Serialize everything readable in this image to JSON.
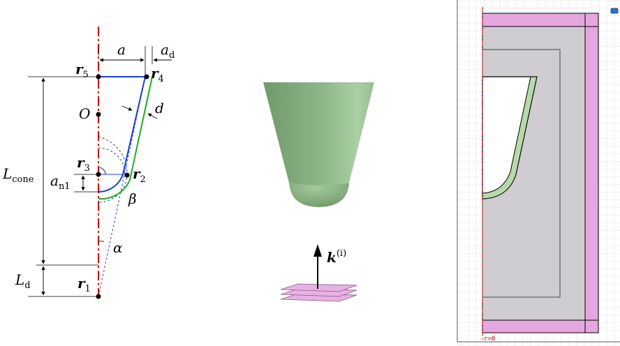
{
  "left_schematic": {
    "r5": {
      "main": "r",
      "sub": "5"
    },
    "r4": {
      "main": "r",
      "sub": "4"
    },
    "r3": {
      "main": "r",
      "sub": "3"
    },
    "r2": {
      "main": "r",
      "sub": "2"
    },
    "r1": {
      "main": "r",
      "sub": "1"
    },
    "O": "O",
    "a": "a",
    "ad": {
      "main": "a",
      "sub": "d"
    },
    "d": "d",
    "an1": {
      "main": "a",
      "sub": "n1"
    },
    "beta": "β",
    "alpha": "α",
    "Lcone": {
      "main": "L",
      "sub": "cone"
    },
    "Ld": {
      "main": "L",
      "sub": "d"
    }
  },
  "incident": {
    "k_main": "k",
    "k_sup": "(i)"
  },
  "fem_panel": {
    "axis_label": "r=0"
  },
  "colors": {
    "axis_red": "#cc0000",
    "blue_contour": "#1f3fd0",
    "green_contour": "#1faa1f",
    "cone_green": "#8fb38a",
    "pml_pink": "#e6a6e0",
    "domain_gray": "#cfcdd1",
    "tip_green": "#b6d9a8",
    "wave_pink": "#e7b2e3"
  }
}
